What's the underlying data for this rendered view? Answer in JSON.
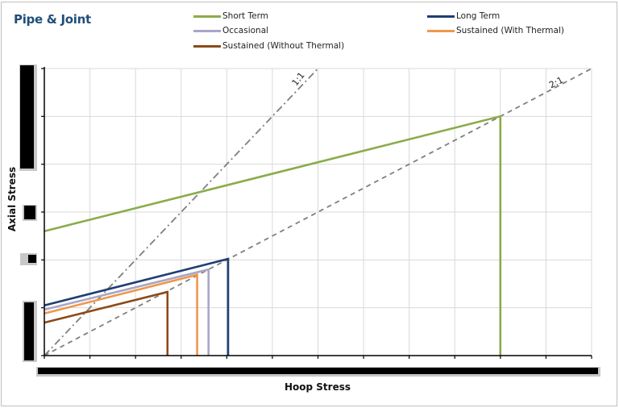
{
  "title": "Pipe & Joint",
  "legend": [
    {
      "label": "Short Term",
      "color": "#8aac4b"
    },
    {
      "label": "Long Term",
      "color": "#1f3e73"
    },
    {
      "label": "Occasional",
      "color": "#a8a6c8"
    },
    {
      "label": "Sustained (With Thermal)",
      "color": "#f0974a"
    },
    {
      "label": "Sustained (Without Thermal)",
      "color": "#8b4a18"
    }
  ],
  "axes": {
    "x_title": "Hoop Stress",
    "y_title": "Axial Stress"
  },
  "reference_lines": [
    {
      "label": "1:1",
      "style": "dash-dot",
      "color": "#7f7f7f"
    },
    {
      "label": "2:1",
      "style": "dashed",
      "color": "#7f7f7f"
    }
  ],
  "chart_data": {
    "type": "line",
    "title": "Pipe & Joint",
    "xlabel": "Hoop Stress",
    "ylabel": "Axial Stress",
    "xlim": [
      0,
      12
    ],
    "ylim": [
      0,
      6
    ],
    "grid": true,
    "tick_labels_redacted": true,
    "x_ticks": [
      0,
      1,
      2,
      3,
      4,
      5,
      6,
      7,
      8,
      9,
      10,
      11,
      12
    ],
    "y_ticks": [
      0,
      1,
      2,
      3,
      4,
      5,
      6
    ],
    "legend_position": "top",
    "series": [
      {
        "name": "Short Term",
        "color": "#8aac4b",
        "points": [
          [
            0,
            2.6
          ],
          [
            10,
            5.0
          ],
          [
            10,
            0
          ]
        ]
      },
      {
        "name": "Long Term",
        "color": "#1f3e73",
        "points": [
          [
            0,
            1.05
          ],
          [
            4.03,
            2.02
          ],
          [
            4.03,
            0
          ]
        ]
      },
      {
        "name": "Occasional",
        "color": "#a8a6c8",
        "points": [
          [
            0,
            0.96
          ],
          [
            3.6,
            1.8
          ],
          [
            3.6,
            0
          ]
        ]
      },
      {
        "name": "Sustained (With Thermal)",
        "color": "#f0974a",
        "points": [
          [
            0,
            0.88
          ],
          [
            3.35,
            1.69
          ],
          [
            3.35,
            0
          ]
        ]
      },
      {
        "name": "Sustained (Without Thermal)",
        "color": "#8b4a18",
        "points": [
          [
            0,
            0.69
          ],
          [
            2.7,
            1.33
          ],
          [
            2.7,
            0
          ]
        ]
      }
    ],
    "reference_lines": [
      {
        "name": "1:1",
        "style": "dash-dot",
        "points": [
          [
            0,
            0
          ],
          [
            6,
            6
          ]
        ]
      },
      {
        "name": "2:1",
        "style": "dashed",
        "points": [
          [
            0,
            0
          ],
          [
            12,
            6
          ]
        ]
      }
    ]
  }
}
